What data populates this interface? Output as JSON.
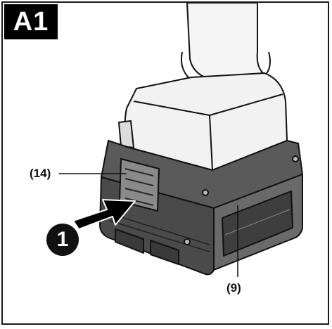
{
  "figure": {
    "label": "A1"
  },
  "callouts": {
    "release_button": "(14)",
    "battery_pack": "(9)"
  },
  "steps": {
    "step_1": "1"
  },
  "colors": {
    "line": "#111111",
    "tool_body": "#f2f2f2",
    "battery_dark": "#4d4d4d",
    "battery_mid": "#7a7a7a",
    "arrow": "#000000"
  }
}
